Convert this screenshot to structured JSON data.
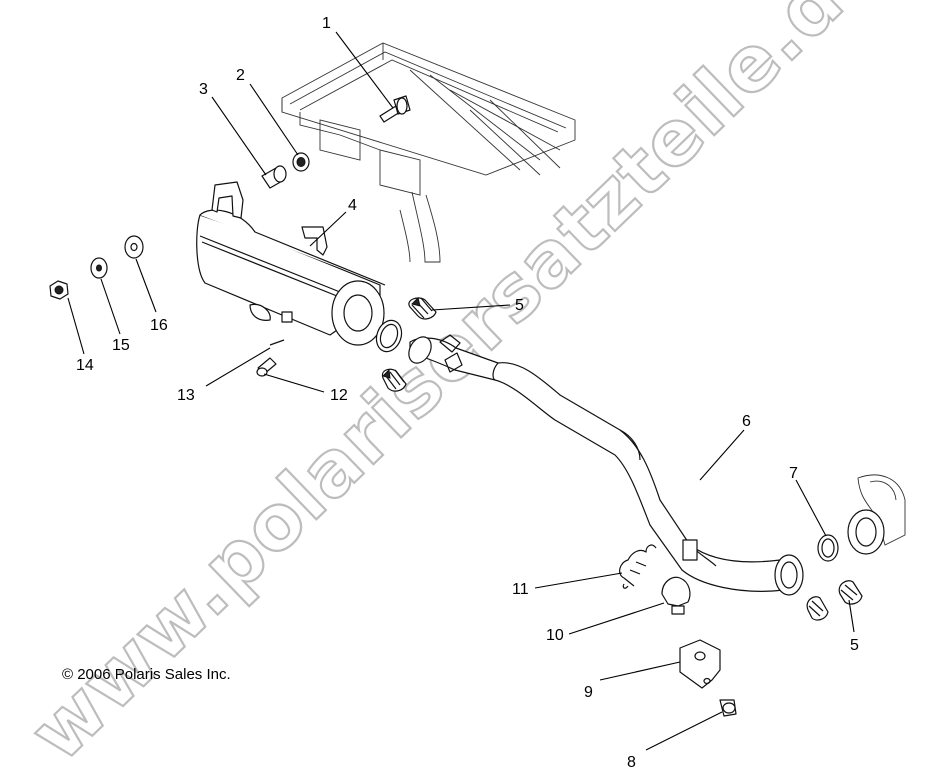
{
  "watermark": "www.polarisersatzteile.de",
  "copyright": "© 2006 Polaris Sales Inc.",
  "callouts": [
    "1",
    "2",
    "3",
    "4",
    "5",
    "6",
    "7",
    "8",
    "9",
    "10",
    "11",
    "12",
    "13",
    "14",
    "15",
    "16",
    "5"
  ]
}
